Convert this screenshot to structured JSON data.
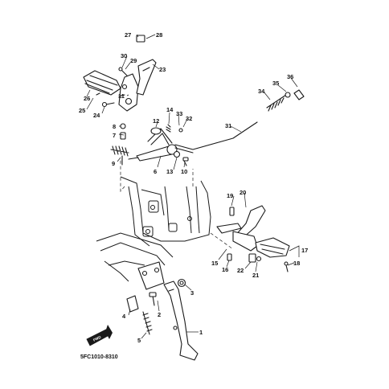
{
  "diagram": {
    "code": "5FC1010-8310",
    "fwd_label": "FWD",
    "callouts": [
      "1",
      "2",
      "3",
      "4",
      "5",
      "6",
      "7",
      "8",
      "9",
      "10",
      "11",
      "12",
      "13",
      "14",
      "15",
      "16",
      "17",
      "18",
      "19",
      "20",
      "21",
      "22",
      "23",
      "24",
      "25",
      "26",
      "27",
      "28",
      "29",
      "30",
      "31",
      "32",
      "33",
      "34",
      "35",
      "36"
    ]
  },
  "colors": {
    "line": "#1a1a1a",
    "background": "#ffffff"
  }
}
